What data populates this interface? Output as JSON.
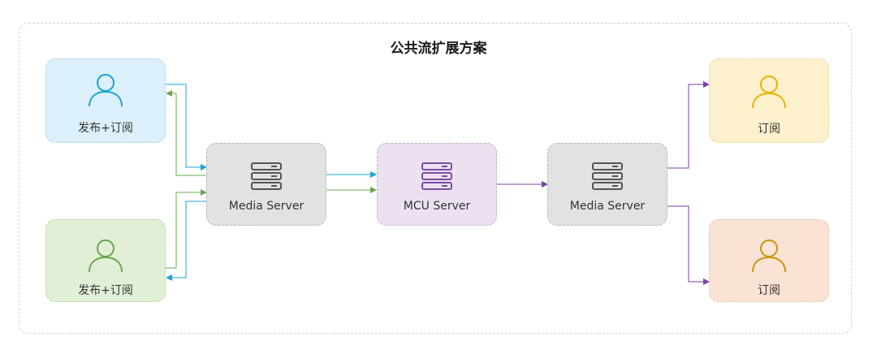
{
  "title": "公共流扩展方案",
  "nodes": {
    "publisher_top": {
      "label": "发布+订阅",
      "icon": "user-icon",
      "color": "#17a7d6"
    },
    "publisher_bottom": {
      "label": "发布+订阅",
      "icon": "user-icon",
      "color": "#6aa84f"
    },
    "media_server_left": {
      "label": "Media Server",
      "icon": "server-icon",
      "color": "#555555"
    },
    "mcu_server": {
      "label": "MCU Server",
      "icon": "server-icon",
      "color": "#7a4ea0"
    },
    "media_server_right": {
      "label": "Media Server",
      "icon": "server-icon",
      "color": "#555555"
    },
    "subscriber_top": {
      "label": "订阅",
      "icon": "user-icon",
      "color": "#e8b400"
    },
    "subscriber_bottom": {
      "label": "订阅",
      "icon": "user-icon",
      "color": "#c8960a"
    }
  },
  "colors": {
    "blue_arrow": "#1aa3d9",
    "green_arrow": "#6aa84f",
    "purple_arrow": "#7b3fa0"
  }
}
